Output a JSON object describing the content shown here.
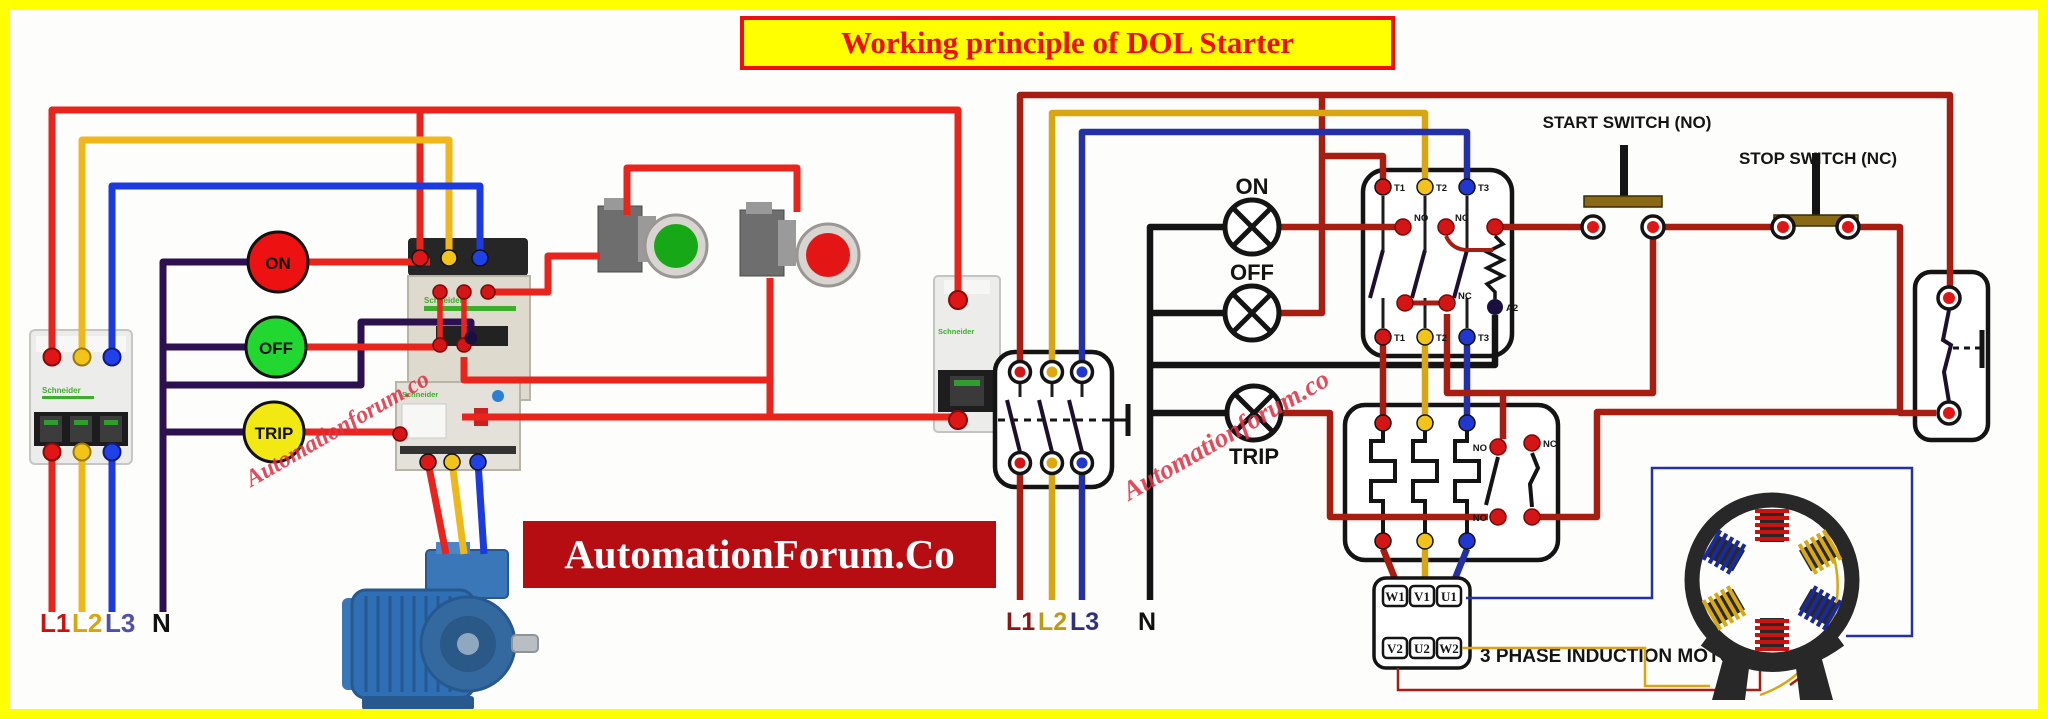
{
  "title": "Working principle of DOL Starter",
  "brand": {
    "banner": "AutomationForum.Co",
    "watermark": "Automationforum.co",
    "schneider": "Schneider"
  },
  "left": {
    "buttons": {
      "on": "ON",
      "off": "OFF",
      "trip": "TRIP"
    },
    "phase_labels": {
      "l1": "L1",
      "l2": "L2",
      "l3": "L3",
      "n": "N"
    }
  },
  "right": {
    "lamps": {
      "on": "ON",
      "off": "OFF",
      "trip": "TRIP"
    },
    "switch_labels": {
      "start": "START SWITCH (NO)",
      "stop": "STOP SWITCH (NC)"
    },
    "phase_labels": {
      "l1": "L1",
      "l2": "L2",
      "l3": "L3",
      "n": "N"
    },
    "contactor": {
      "t1": "T1",
      "t2": "T2",
      "t3": "T3",
      "no": "NO",
      "nc": "NC",
      "a2": "A2"
    },
    "overload": {
      "no": "NO",
      "nc": "NC"
    },
    "motor": {
      "label": "3 PHASE INDUCTION MOTOR",
      "terminals_top": [
        "W1",
        "V1",
        "U1"
      ],
      "terminals_bottom": [
        "V2",
        "U2",
        "W2"
      ]
    }
  },
  "colors": {
    "wire_red": "#e8241d",
    "wire_dark_red": "#a81d12",
    "wire_yellow": "#efb71a",
    "wire_blue": "#1b3ae0",
    "wire_navy": "#2330a8",
    "wire_neutral_purple": "#2d1050",
    "wire_black": "#141414",
    "title_red": "#ee0e0e",
    "banner_bg": "#b50d12",
    "frame_yellow": "#ffff00"
  }
}
